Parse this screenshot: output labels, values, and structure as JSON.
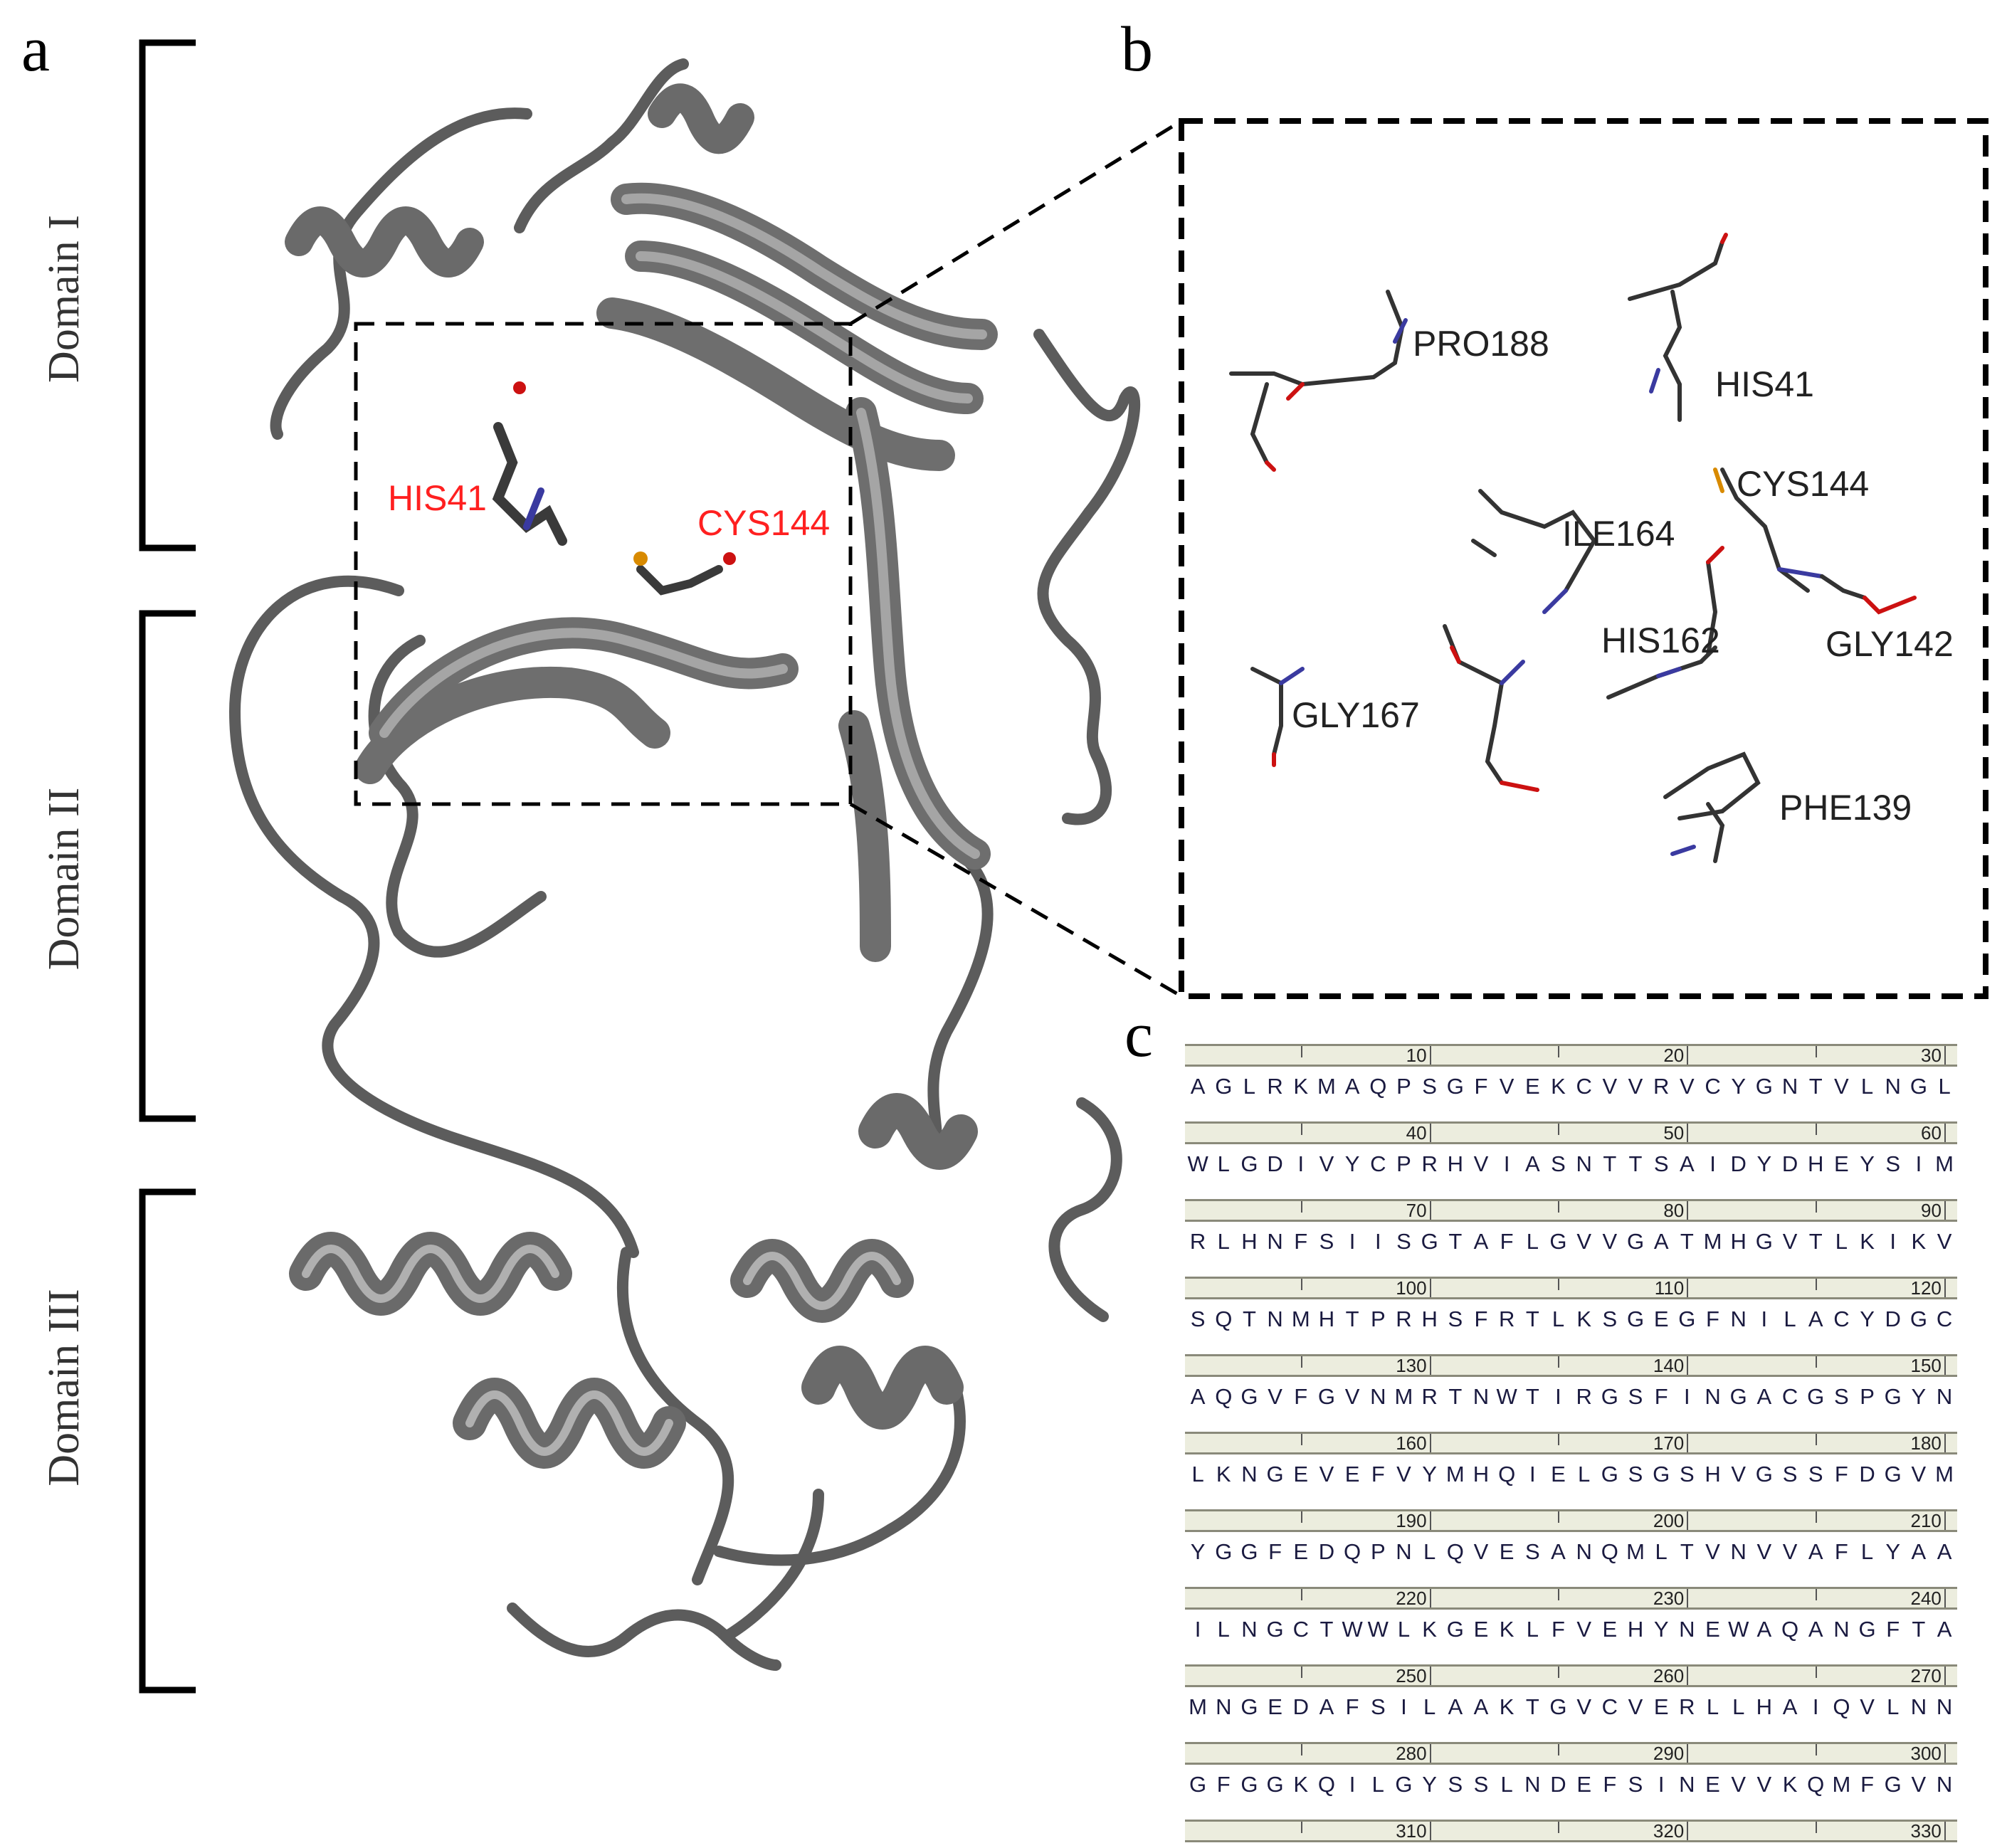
{
  "panels": {
    "a": "a",
    "b": "b",
    "c": "c"
  },
  "domains": [
    "Domain I",
    "Domain II",
    "Domain III"
  ],
  "overview_labels": {
    "his": "HIS41",
    "cys": "CYS144"
  },
  "residue_labels": {
    "pro188": "PRO188",
    "his41": "HIS41",
    "cys144": "CYS144",
    "ile164": "ILE164",
    "his162": "HIS162",
    "gly142": "GLY142",
    "gly167": "GLY167",
    "phe139": "PHE139"
  },
  "colors": {
    "ribbon": "#7a7a7a",
    "highlight_label": "#ff2020",
    "nitrogen": "#3a3aa0",
    "oxygen": "#cc1111",
    "sulfur": "#d88a00",
    "carbon": "#333333",
    "hydrogen": "#999999"
  },
  "sequence": {
    "rows": [
      {
        "numbers": [
          "10",
          "20",
          "30"
        ],
        "residues": "AGLRKMAQPSGFVEKCVVRVCYGNTVLNGL"
      },
      {
        "numbers": [
          "40",
          "50",
          "60"
        ],
        "residues": "WLGDIVYCPRHVIASNTTSAIDYDHEYSIM"
      },
      {
        "numbers": [
          "70",
          "80",
          "90"
        ],
        "residues": "RLHNFSIISGTAFLGVVGATMHGVTLKIKV"
      },
      {
        "numbers": [
          "100",
          "110",
          "120"
        ],
        "residues": "SQTNMHTPRHSFRTLKSGEGFNILACYDGC"
      },
      {
        "numbers": [
          "130",
          "140",
          "150"
        ],
        "residues": "AQGVFGVNMRTNWTIRGSFINGACGSPGYN"
      },
      {
        "numbers": [
          "160",
          "170",
          "180"
        ],
        "residues": "LKNGEVEFVYMHQIELGSGSHVGSSFDGVM"
      },
      {
        "numbers": [
          "190",
          "200",
          "210"
        ],
        "residues": "YGGFEDQPNLQVESANQMLTVNVVAFLYAA"
      },
      {
        "numbers": [
          "220",
          "230",
          "240"
        ],
        "residues": "ILNGCTWWLKGEKLFVEHYNEWAQANGFTA"
      },
      {
        "numbers": [
          "250",
          "260",
          "270"
        ],
        "residues": "MNGEDAFSILAAKTGVCVERLLHAIQVLNN"
      },
      {
        "numbers": [
          "280",
          "290",
          "300"
        ],
        "residues": "GFGGKQILGYSSLNDEFSINEVVKQMFGVN"
      }
    ],
    "footer_numbers": [
      "310",
      "320",
      "330"
    ]
  }
}
